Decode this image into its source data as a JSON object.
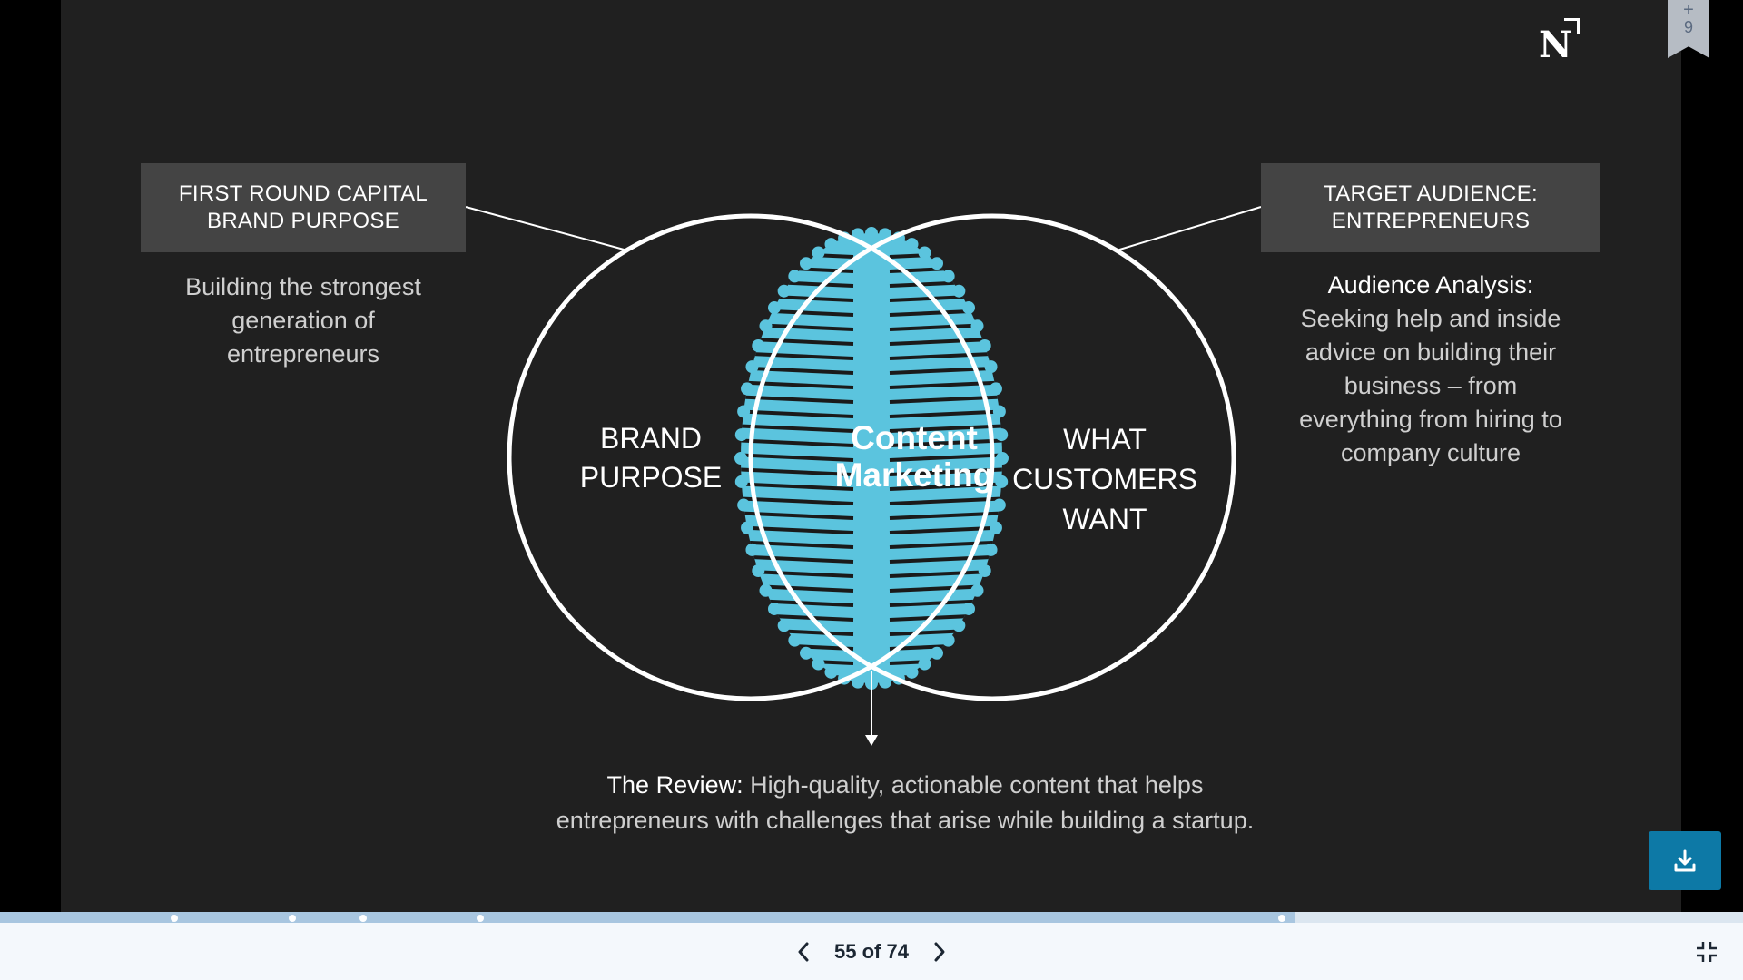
{
  "slide": {
    "left_box": {
      "line1": "FIRST ROUND CAPITAL",
      "line2": "BRAND PURPOSE"
    },
    "left_desc": {
      "line1": "Building the strongest",
      "line2": "generation of",
      "line3": "entrepreneurs"
    },
    "right_box": {
      "line1": "TARGET AUDIENCE:",
      "line2": "ENTREPRENEURS"
    },
    "right_desc": {
      "heading": "Audience Analysis:",
      "line1": "Seeking help and inside",
      "line2": "advice on building their",
      "line3": "business – from",
      "line4": "everything from hiring to",
      "line5": "company culture"
    },
    "left_circle": {
      "line1": "BRAND",
      "line2": "PURPOSE"
    },
    "center": {
      "line1": "Content",
      "line2": "Marketing"
    },
    "right_circle": {
      "line1": "WHAT",
      "line2": "CUSTOMERS",
      "line3": "WANT"
    },
    "review": {
      "heading": "The Review:",
      "line1": "High-quality, actionable content that helps",
      "line2": "entrepreneurs with challenges that arise while building a startup."
    },
    "colors": {
      "background": "#202020",
      "accent": "#5bc4de",
      "label_box": "#444444"
    }
  },
  "viewer": {
    "logo_letter": "N",
    "bookmark": {
      "icon": "plus-icon",
      "count": "9"
    },
    "download": {
      "icon": "download-icon"
    },
    "pager": {
      "prev_icon": "chevron-left-icon",
      "label": "55 of 74",
      "next_icon": "chevron-right-icon"
    },
    "progress": {
      "current": 55,
      "total": 74
    },
    "exit_fullscreen": {
      "icon": "collapse-icon"
    },
    "colors": {
      "download_button": "#0d79a6",
      "progress_fill": "#a8c6e0",
      "progress_track": "#dbe6f0"
    }
  }
}
